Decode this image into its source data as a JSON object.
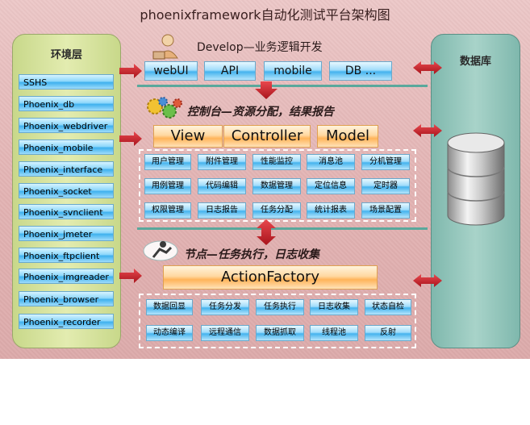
{
  "title": "phoenixframework自动化测试平台架构图",
  "env": {
    "title": "环境层",
    "items": [
      "SSHS",
      "Phoenix_db",
      "Phoenix_webdriver",
      "Phoenix_mobile",
      "Phoenix_interface",
      "Phoenix_socket",
      "Phoenix_svnclient",
      "Phoenix_jmeter",
      "Phoenix_ftpclient",
      "Phoenix_imgreader",
      "Phoenix_browser",
      "Phoenix_recorder"
    ]
  },
  "db": {
    "title": "数据库"
  },
  "develop": {
    "title": "Develop—业务逻辑开发",
    "buttons": [
      "webUI",
      "API",
      "mobile",
      "DB ..."
    ]
  },
  "control": {
    "title": "控制台—资源分配，结果报告",
    "mvc": [
      "View",
      "Controller",
      "Model"
    ],
    "rows": [
      [
        "用户管理",
        "附件管理",
        "性能监控",
        "消息池",
        "分机管理"
      ],
      [
        "用例管理",
        "代码编辑",
        "数据管理",
        "定位信息",
        "定时器"
      ],
      [
        "权限管理",
        "日志报告",
        "任务分配",
        "统计报表",
        "场景配置"
      ]
    ]
  },
  "node": {
    "title": "节点—任务执行，日志收集",
    "factory": "ActionFactory",
    "rows": [
      [
        "数据回显",
        "任务分发",
        "任务执行",
        "日志收集",
        "状态自检"
      ],
      [
        "动态编译",
        "远程通信",
        "数据抓取",
        "线程池",
        "反射"
      ]
    ]
  },
  "colors": {
    "arrow": "#c8202a",
    "separator": "#5aa89c"
  }
}
